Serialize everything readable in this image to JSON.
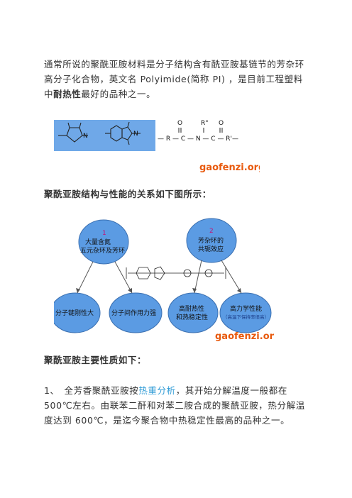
{
  "intro": {
    "part1": "通常所说的聚酰亚胺材料是分子结构含有酰亚胺基链节的芳杂环高分子化合物，英文名 Polyimide(简称 PI) ，是目前工程塑料中",
    "bold": "耐热性",
    "part2": "最好的品种之一。"
  },
  "figure1": {
    "watermark": "gaofenzi.org",
    "formula": {
      "top_o_left": "O",
      "top_r": "R\"",
      "top_o_right": "O",
      "main": "— R — C — N — C — R'—",
      "n_label": "N"
    }
  },
  "section1_title": "聚酰亚胺结构与性能的关系如下图所示：",
  "figure2": {
    "circle1": {
      "num": "1",
      "line1": "大量含氮",
      "line2": "五元杂环及芳环"
    },
    "circle2": {
      "num": "2",
      "line1": "芳杂环的",
      "line2": "共轭效应"
    },
    "bottom": [
      {
        "label": "分子链刚性大"
      },
      {
        "label": "分子间作用力强"
      },
      {
        "label1": "高耐热性",
        "label2": "和热稳定性"
      },
      {
        "label1": "高力学性能",
        "label2": "（高温下保持率很高）"
      }
    ],
    "watermark": "gaofenzi.org"
  },
  "section2_title": "聚酰亚胺主要性质如下：",
  "item1": {
    "prefix": "1、　全芳香聚酰亚胺按",
    "link": "热重分析",
    "rest": "，其开始分解温度一般都在500℃左右。由联苯二酐和对苯二胺合成的聚酰亚胺，热分解温度达到 600℃，是迄今聚合物中热稳定性最高的品种之一。"
  },
  "colors": {
    "panel_bg": "#6fa8e8",
    "circle_fill": "#5b9be3",
    "watermark": "#e8590c",
    "link": "#2e9bd6"
  }
}
